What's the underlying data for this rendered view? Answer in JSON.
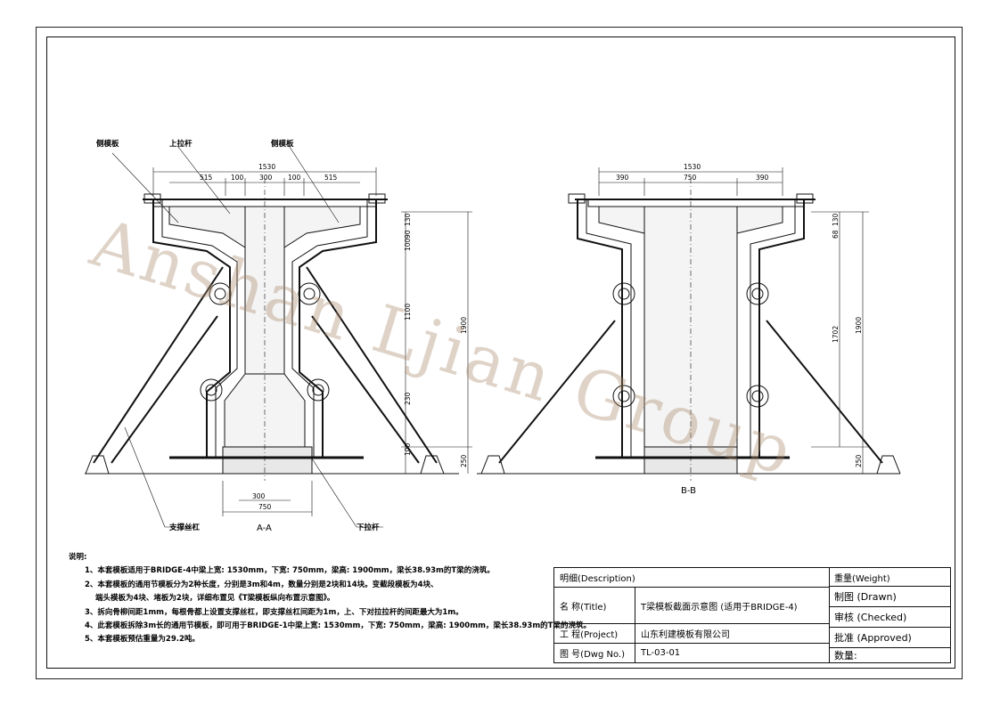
{
  "labels": {
    "side_form_left": "侧模板",
    "upper_tie_rod": "上拉杆",
    "side_form_right": "侧模板",
    "support_screw": "支撑丝杠",
    "lower_tie_rod": "下拉杆"
  },
  "sections": {
    "aa": "A-A",
    "bb": "B-B"
  },
  "dims_aa": {
    "top_total": "1530",
    "top_515_left": "515",
    "top_100_left": "100",
    "top_300": "300",
    "top_100_right": "100",
    "top_515_right": "515",
    "r_130": "130",
    "r_90": "90",
    "r_100a": "100",
    "r_1100": "1100",
    "r_230": "230",
    "r_100b": "100",
    "r_1900": "1900",
    "r_250": "250",
    "bottom_300": "300",
    "bottom_750": "750"
  },
  "dims_bb": {
    "top_total": "1530",
    "top_390_left": "390",
    "top_750": "750",
    "top_390_right": "390",
    "r_130": "130",
    "r_68": "68",
    "r_1702": "1702",
    "r_1900": "1900",
    "r_250": "250"
  },
  "notes": {
    "heading": "说明:",
    "n1": "1、本套模板适用于BRIDGE-4中梁上宽: 1530mm，下宽: 750mm，梁高: 1900mm，梁长38.93m的T梁的浇筑。",
    "n2": "2、本套模板的通用节模板分为2种长度，分别是3m和4m，数量分别是2块和14块。变截段模板为4块、",
    "n2b": "端头模板为4块、堵板为2块，详细布置见《T梁模板纵向布置示意图》。",
    "n3": "3、拆向骨柳间距1mm，每根骨都上设置支撑丝杠，即支撑丝杠间距为1m，上、下对拉拉杆的间距最大为1m。",
    "n4": "4、此套模板拆除3m长的通用节模板，即可用于BRIDGE-1中梁上宽: 1530mm，下宽: 750mm，梁高: 1900mm，梁长38.93m的T梁的浇筑。",
    "n5": "5、本套模板预估重量为29.2吨。"
  },
  "title_block": {
    "description_label": "明细(Description)",
    "title_label": "名    称(Title)",
    "title_value": "T梁模板截面示意图 (适用于BRIDGE-4)",
    "project_label": "工    程(Project)",
    "project_value": "山东利建模板有限公司",
    "dwg_label": "图    号(Dwg No.)",
    "dwg_value": "TL-03-01",
    "weight_label": "重量(Weight)",
    "drawn_label": "制图 (Drawn)",
    "checked_label": "审核 (Checked)",
    "approved_label": "批准 (Approved)",
    "quantity_label": "数量:"
  },
  "watermark": "Anshan Ljian Group"
}
